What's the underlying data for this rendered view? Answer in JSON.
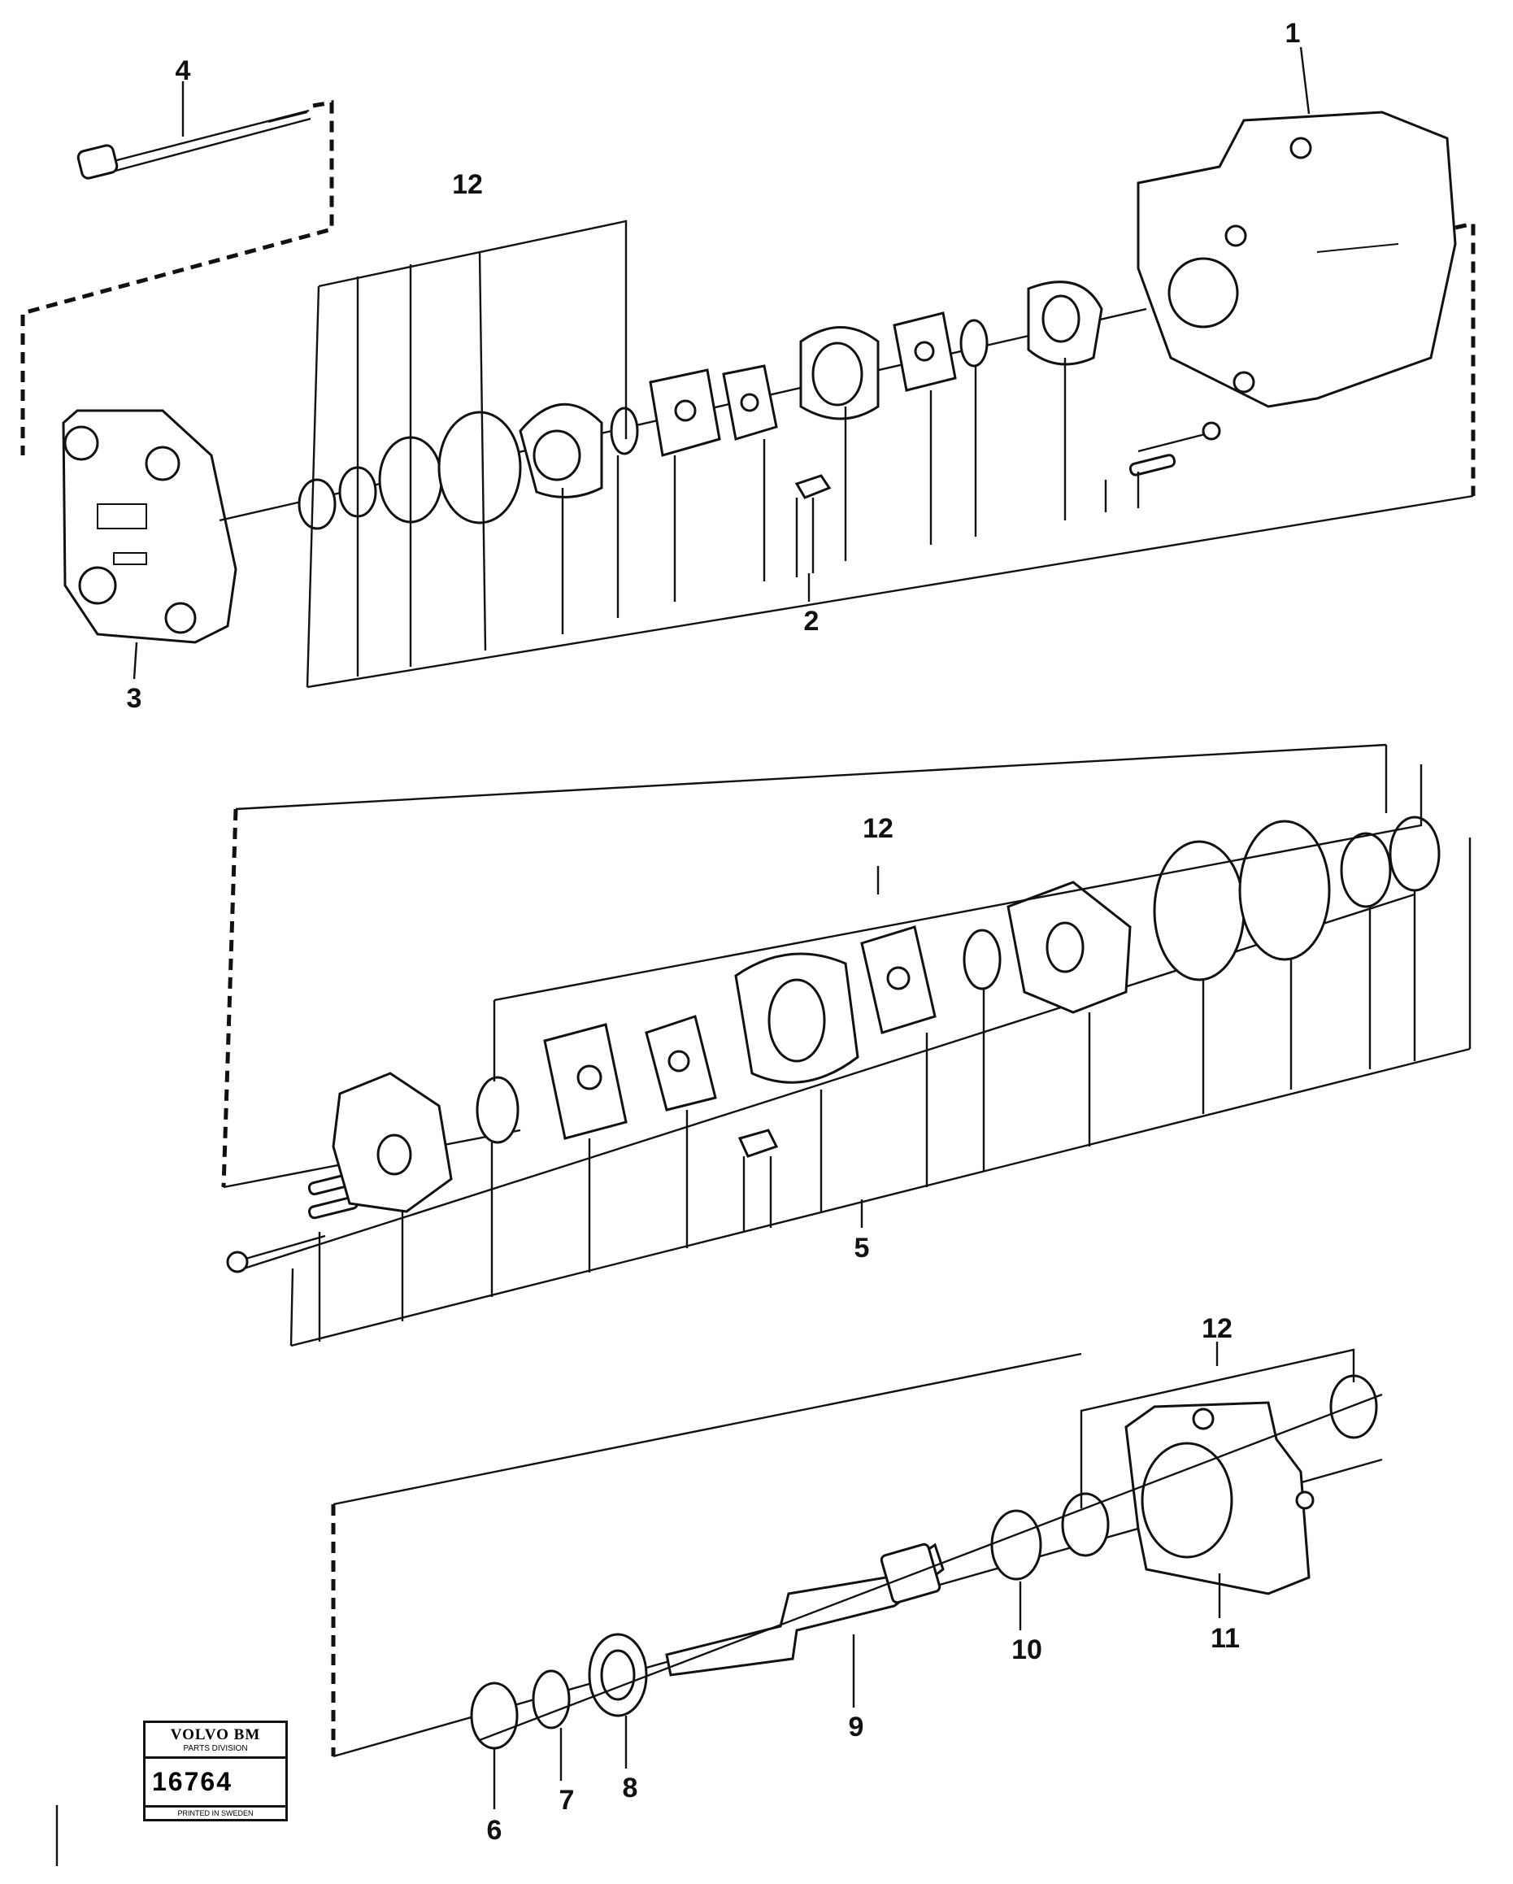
{
  "callouts": {
    "c1": "1",
    "c2": "2",
    "c3": "3",
    "c4": "4",
    "c5": "5",
    "c6": "6",
    "c7": "7",
    "c8": "8",
    "c9": "9",
    "c10": "10",
    "c11": "11",
    "c12a": "12",
    "c12b": "12",
    "c12c": "12"
  },
  "stamp": {
    "brand": "VOLVO BM",
    "division": "PARTS DIVISION",
    "number": "16764",
    "printed": "PRINTED IN SWEDEN"
  }
}
